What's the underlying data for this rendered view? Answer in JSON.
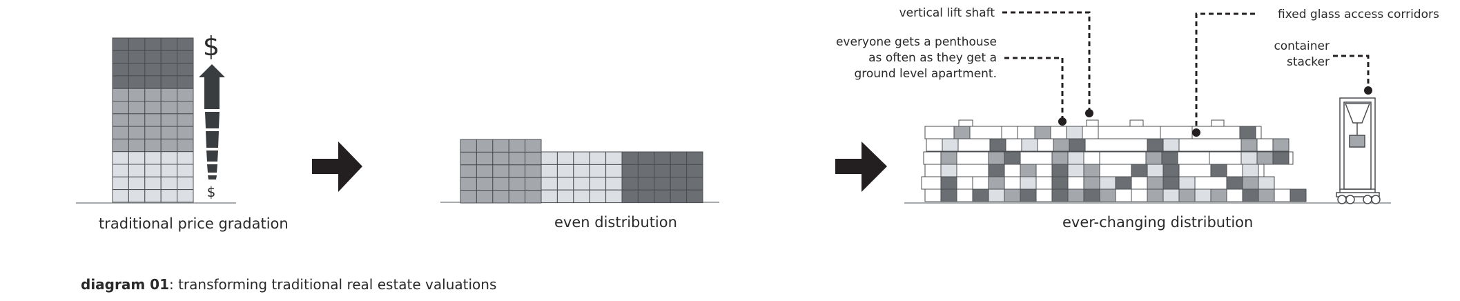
{
  "captions": {
    "traditional": "traditional price gradation",
    "even": "even distribution",
    "ever_changing": "ever-changing distribution"
  },
  "footer": {
    "label": "diagram 01",
    "text": ": transforming traditional real estate valuations"
  },
  "symbols": {
    "big_dollar": "$",
    "small_dollar": "$"
  },
  "annotations": {
    "lift_shaft": "vertical lift shaft",
    "glass_corridors": "fixed glass access corridors",
    "penthouse_line1": "everyone gets a penthouse",
    "penthouse_line2": "as often as they get a",
    "penthouse_line3": "ground level apartment.",
    "stacker_line1": "container",
    "stacker_line2": "stacker"
  },
  "colors": {
    "dark": "#6b6e72",
    "mid": "#a4a8ad",
    "light": "#dcdfe3",
    "white": "#ffffff",
    "stroke": "#4a4d50",
    "arrow": "#231f20",
    "leader": "#231f20"
  },
  "icons": [
    "right-arrow-icon",
    "price-arrow-icon",
    "dollar-icon"
  ]
}
